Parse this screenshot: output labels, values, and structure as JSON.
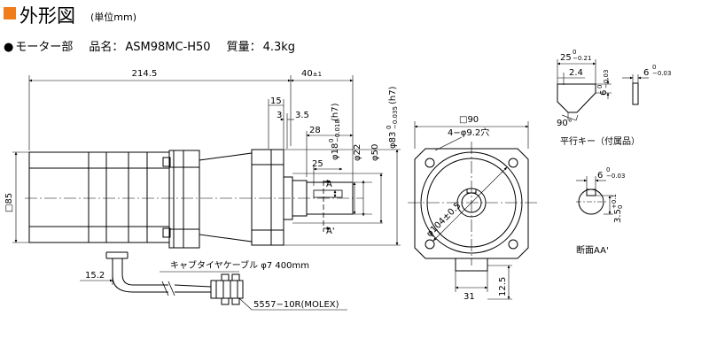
{
  "header": {
    "title": "外形図",
    "unit_note": "(単位mm)",
    "bullet": "●",
    "section": "モーター部",
    "model_label": "品名：",
    "model": "ASM98MC-H50",
    "mass_label": "質量：",
    "mass": "4.3kg"
  },
  "dims": {
    "length_total": "214.5",
    "shaft_len": "40",
    "shaft_len_tol": "±1",
    "flange_15": "15",
    "flange_3": "3",
    "flange_3_5": "3.5",
    "shaft_28": "28",
    "shaft_25": "25",
    "d18": "φ18",
    "d18_tol": "−0.018",
    "d18_fit": "(h7)",
    "d18_zero": "0",
    "d22": "φ22",
    "d50": "φ50",
    "d83": "φ83",
    "d83_tol": "−0.035",
    "d83_fit": "(h7)",
    "d83_zero": "0",
    "height": "□85",
    "square": "□90",
    "holes": "4−φ9.2穴",
    "pcd": "φ104±0.5",
    "bottom_31": "31",
    "bottom_12_5": "12.5",
    "cable_offset": "15.2",
    "cable_note": "キャブタイヤケーブル φ7 400mm",
    "connector": "5557−10R(MOLEX)",
    "section_a": "A",
    "section_a2": "A'"
  },
  "key": {
    "w25": "25",
    "w25_tol": "−0.21",
    "w25_zero": "0",
    "w2_4": "2.4",
    "h6": "6",
    "h6_tol": "−0.03",
    "h6_zero": "0",
    "side6": "6",
    "side6_tol": "−0.03",
    "side6_zero": "0",
    "angle": "90°",
    "caption": "平行キー（付属品）"
  },
  "section_view": {
    "w6": "6",
    "w6_tol": "−0.03",
    "w6_zero": "0",
    "depth": "3.5",
    "depth_tol": "+0.1",
    "depth_zero": "0",
    "caption": "断面AA'"
  },
  "colors": {
    "accent": "#f07d1a",
    "line": "#000000"
  }
}
